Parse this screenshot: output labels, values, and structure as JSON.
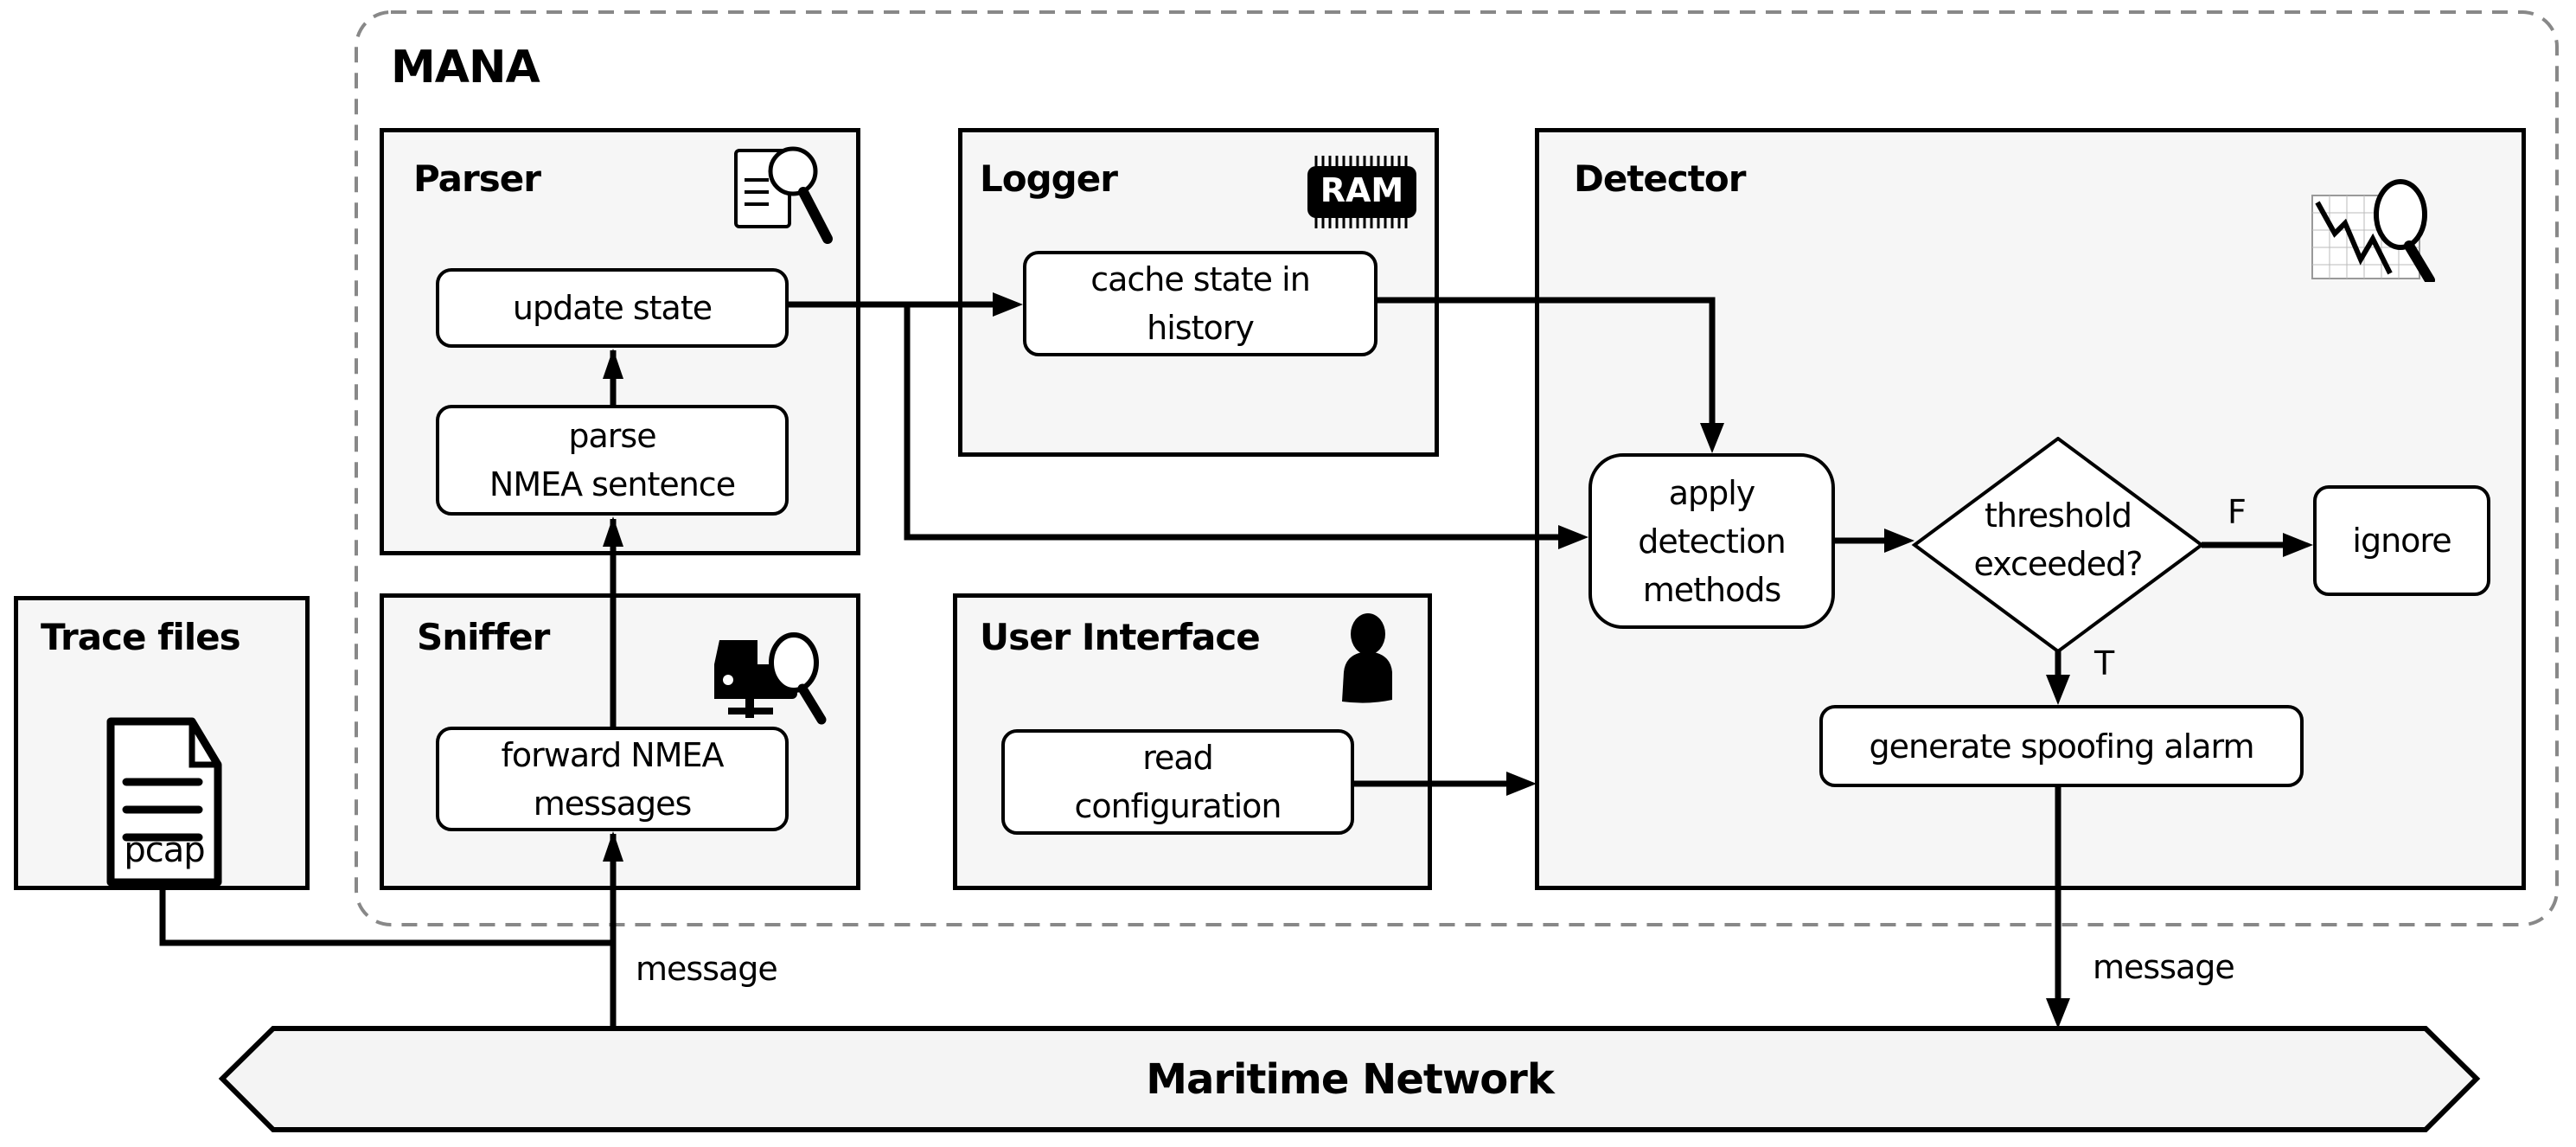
{
  "system": {
    "title": "MANA"
  },
  "components": {
    "parser": {
      "title": "Parser",
      "icon": "document-magnifier-icon",
      "steps": [
        "update state",
        "parse\nNMEA sentence"
      ]
    },
    "logger": {
      "title": "Logger",
      "icon": "ram-chip-icon",
      "icon_text": "RAM",
      "steps": [
        "cache state in\nhistory"
      ]
    },
    "detector": {
      "title": "Detector",
      "icon": "chart-magnifier-icon",
      "steps": {
        "apply": "apply\ndetection\nmethods",
        "decision": "threshold\nexceeded?",
        "ignore": "ignore",
        "alarm": "generate spoofing alarm"
      },
      "branch_false": "F",
      "branch_true": "T"
    },
    "sniffer": {
      "title": "Sniffer",
      "icon": "network-sniffer-icon",
      "steps": [
        "forward NMEA\nmessages"
      ]
    },
    "user_interface": {
      "title": "User Interface",
      "icon": "user-icon",
      "steps": [
        "read\nconfiguration"
      ]
    },
    "trace_files": {
      "title": "Trace files",
      "icon": "file-icon",
      "icon_text": "pcap"
    }
  },
  "network": {
    "label": "Maritime Network"
  },
  "edges": {
    "message_in": "message",
    "message_out": "message"
  }
}
